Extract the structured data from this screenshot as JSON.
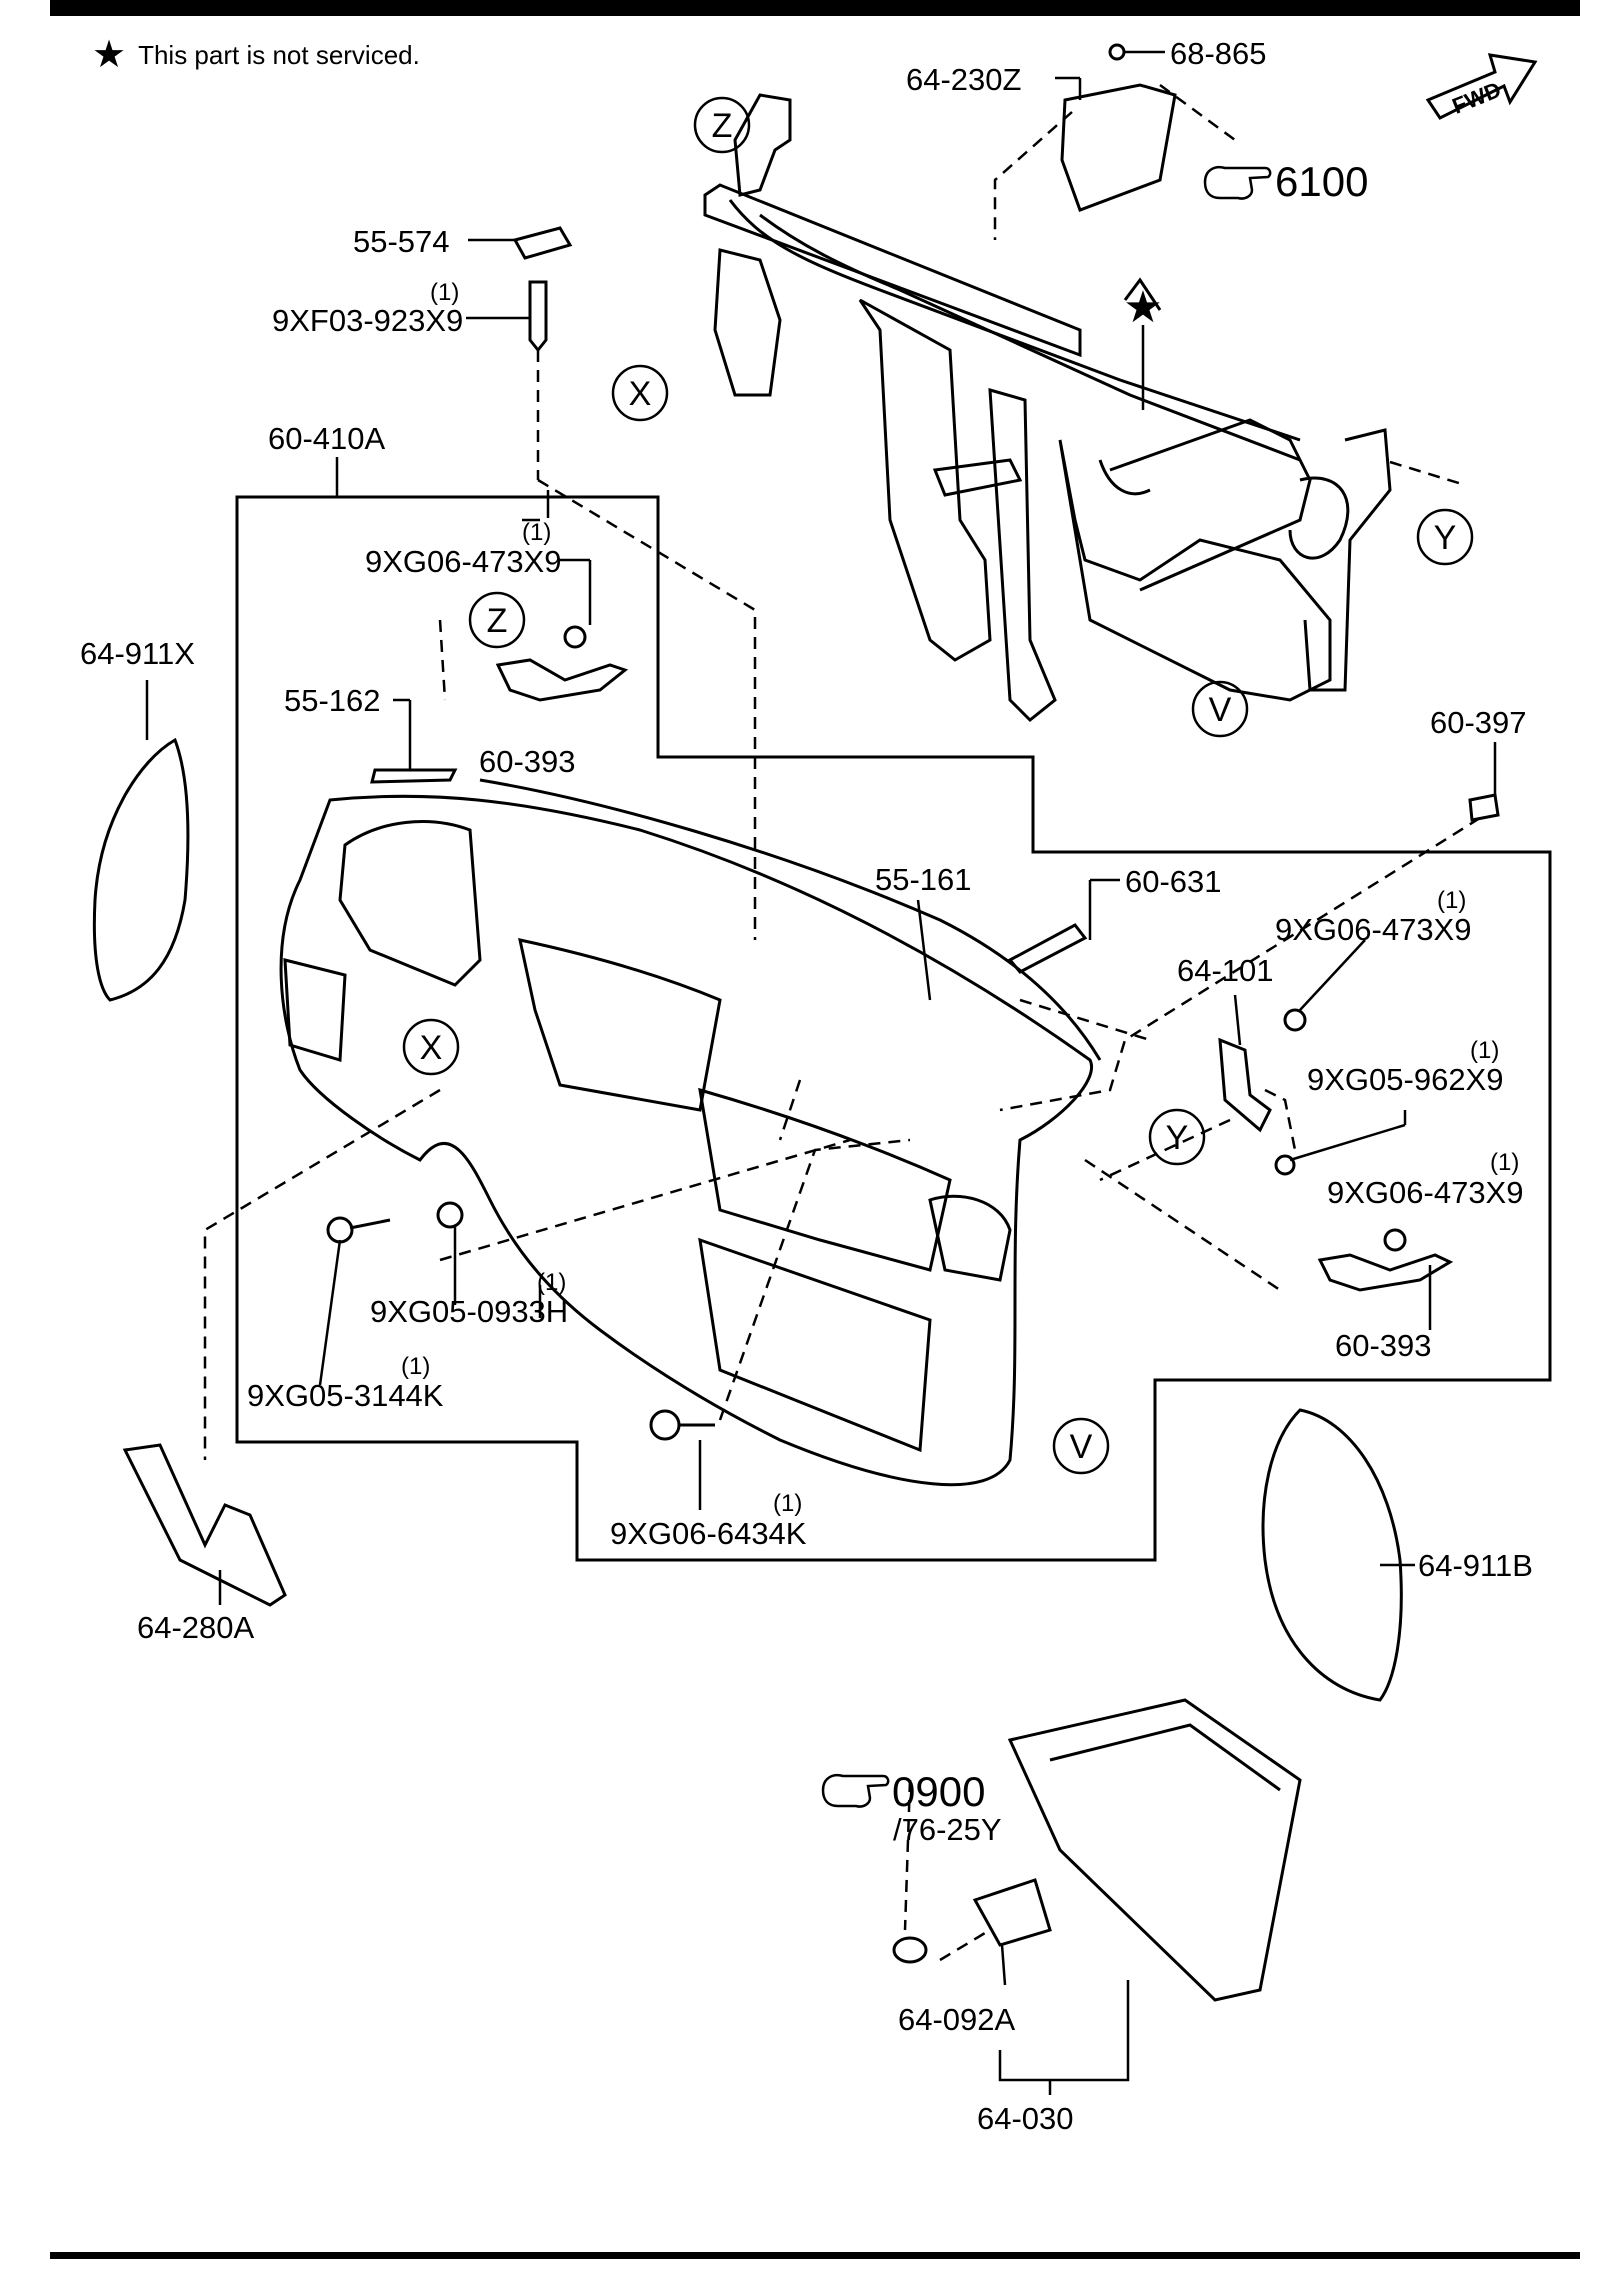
{
  "note": {
    "star": "★",
    "text": "This part is not serviced."
  },
  "fwd_label": "FWD",
  "labels": {
    "p_68865": "68-865",
    "p_64230z": "64-230Z",
    "ref_6100": "6100",
    "p_55574": "55-574",
    "q_9xf03": "(1)",
    "p_9xf03": "9XF03-923X9",
    "p_60410a": "60-410A",
    "q_9xg06_473_a": "(1)",
    "p_9xg06_473_a": "9XG06-473X9",
    "p_64911x": "64-911X",
    "p_55162": "55-162",
    "p_60393_a": "60-393",
    "p_60397": "60-397",
    "p_55161": "55-161",
    "p_60631": "60-631",
    "q_9xg06_473_b": "(1)",
    "p_9xg06_473_b": "9XG06-473X9",
    "p_64101": "64-101",
    "q_9xg05_962": "(1)",
    "p_9xg05_962": "9XG05-962X9",
    "q_9xg06_473_c": "(1)",
    "p_9xg06_473_c": "9XG06-473X9",
    "p_60393_b": "60-393",
    "q_9xg05_0933": "(1)",
    "p_9xg05_0933": "9XG05-0933H",
    "q_9xg05_3144": "(1)",
    "p_9xg05_3144": "9XG05-3144K",
    "q_9xg06_6434": "(1)",
    "p_9xg06_6434": "9XG06-6434K",
    "p_64280a": "64-280A",
    "p_64911b": "64-911B",
    "ref_0900": "0900",
    "p_7625y": "/76-25Y",
    "p_64092a": "64-092A",
    "p_64030": "64-030"
  },
  "callouts": {
    "z": "Z",
    "x": "X",
    "y": "Y",
    "v": "V"
  }
}
